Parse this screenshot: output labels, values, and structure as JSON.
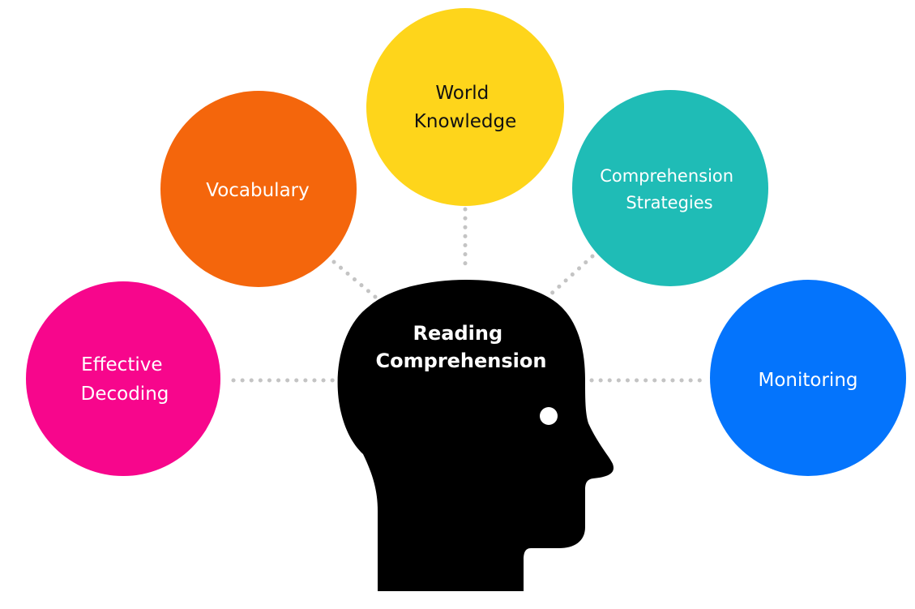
{
  "center": {
    "lines": [
      "Reading",
      "Comprehension"
    ],
    "color": "#000000"
  },
  "nodes": [
    {
      "id": "effective-decoding",
      "lines": [
        "Effective",
        "Decoding"
      ],
      "color": "#f7068c",
      "text_color": "#ffffff"
    },
    {
      "id": "vocabulary",
      "lines": [
        "Vocabulary"
      ],
      "color": "#f4660c",
      "text_color": "#ffffff"
    },
    {
      "id": "world-knowledge",
      "lines": [
        "World",
        "Knowledge"
      ],
      "color": "#fed51b",
      "text_color": "#111111"
    },
    {
      "id": "comprehension-strategies",
      "lines": [
        "Comprehension",
        "Strategies"
      ],
      "color": "#1fbcb6",
      "text_color": "#ffffff"
    },
    {
      "id": "monitoring",
      "lines": [
        "Monitoring"
      ],
      "color": "#0474fc",
      "text_color": "#ffffff"
    }
  ]
}
